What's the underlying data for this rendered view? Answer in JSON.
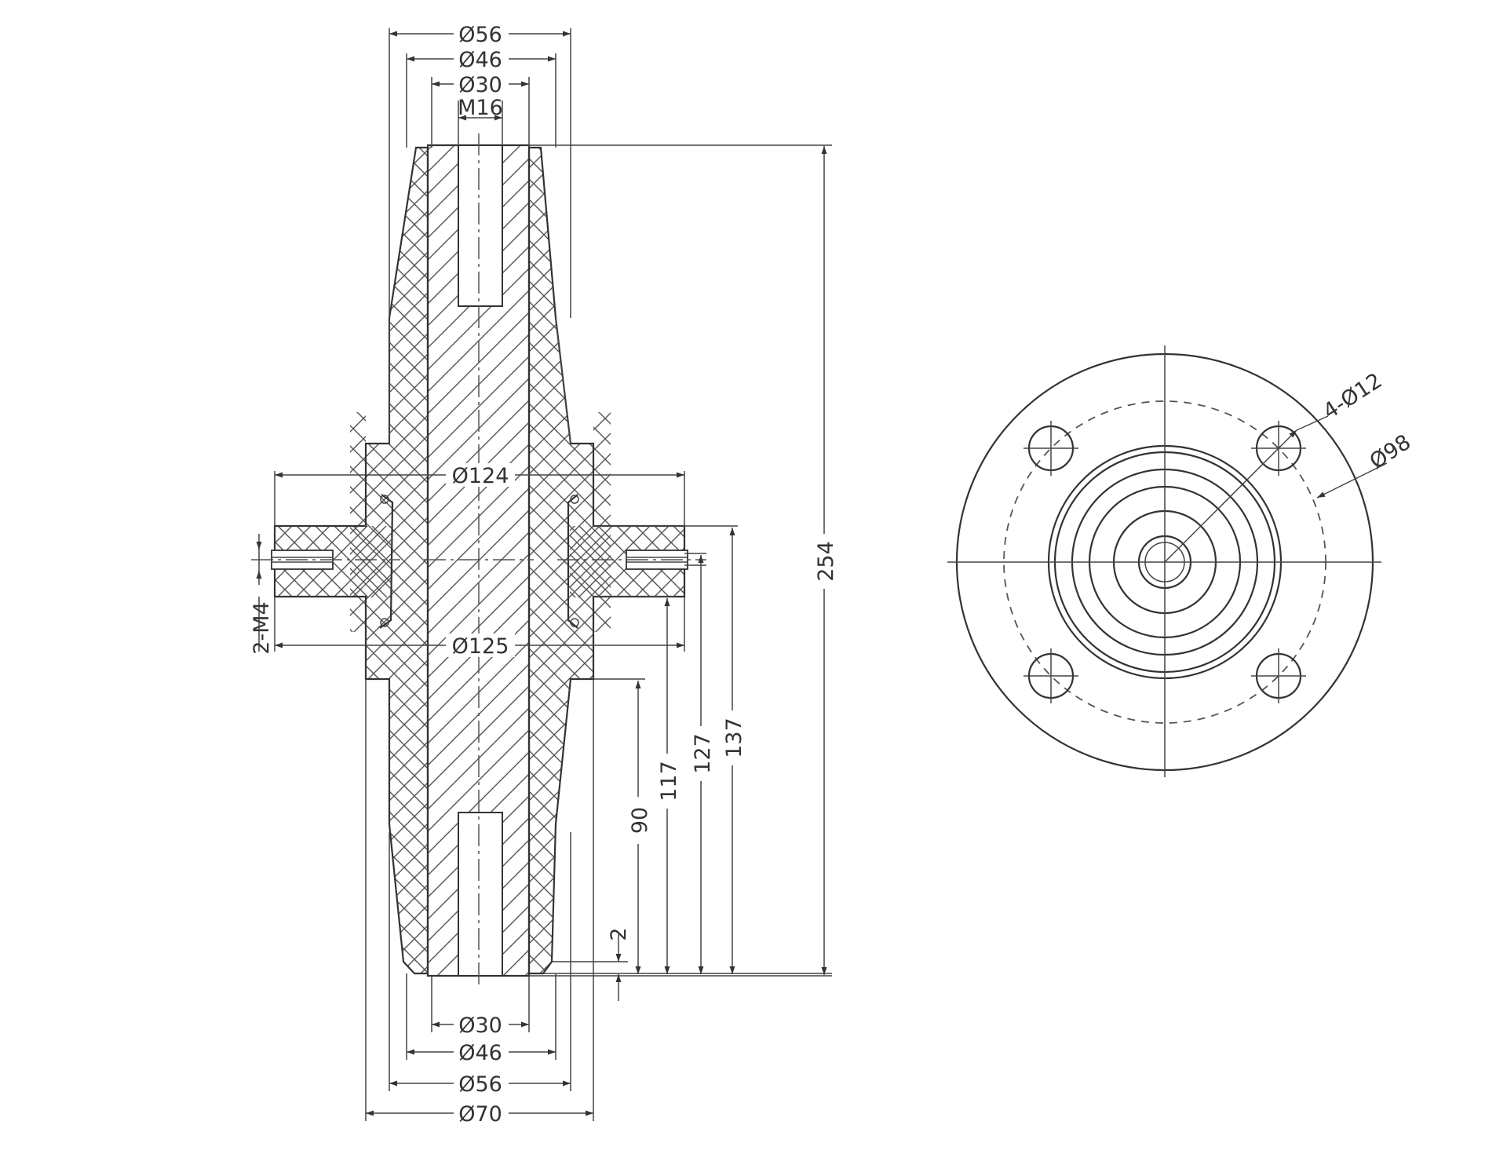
{
  "front_view": {
    "top": {
      "d56": "Ø56",
      "d46": "Ø46",
      "d30": "Ø30",
      "thread": "M16"
    },
    "bottom": {
      "d30": "Ø30",
      "d46": "Ø46",
      "d56": "Ø56",
      "d70": "Ø70"
    },
    "flange": {
      "d124": "Ø124",
      "d125": "Ø125",
      "side_thread": "2-M4"
    },
    "heights": {
      "h254": "254",
      "h137": "137",
      "h127": "127",
      "h117": "117",
      "h90": "90",
      "h2": "2"
    }
  },
  "end_view": {
    "holes": "4-Ø12",
    "pcd": "Ø98"
  },
  "colors": {
    "line": "#333333",
    "hatch": "#555555",
    "background": "#ffffff"
  }
}
